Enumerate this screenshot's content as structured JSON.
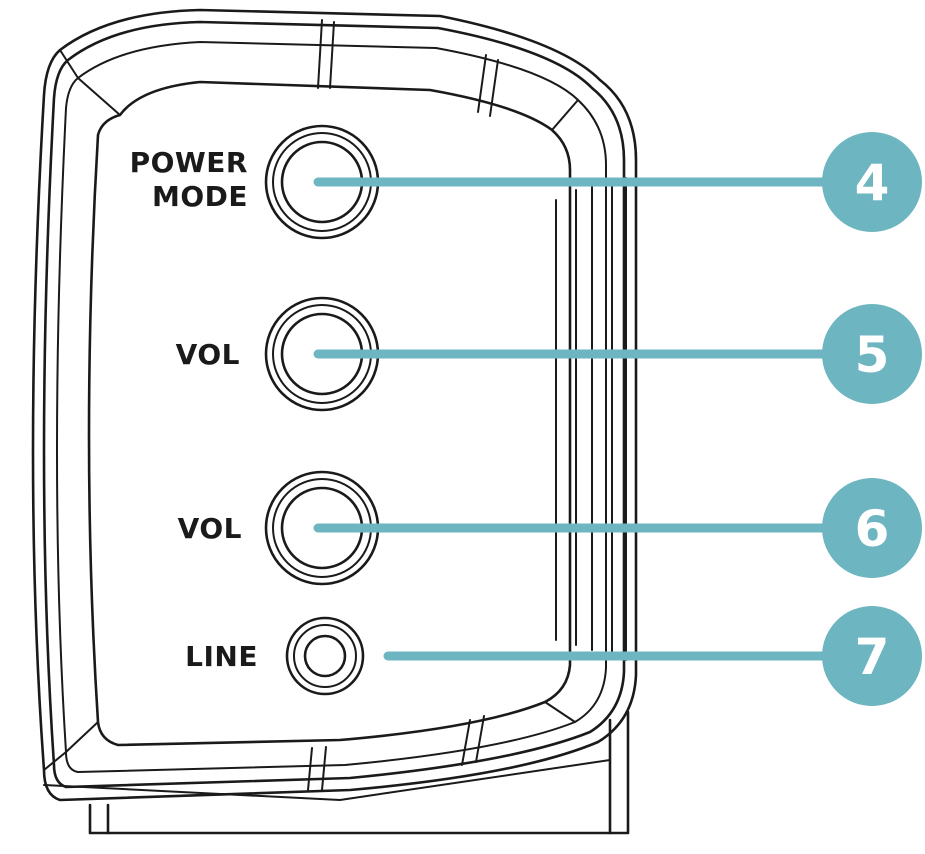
{
  "controls": [
    {
      "id": "power-mode",
      "label_lines": [
        "POWER",
        "MODE"
      ],
      "callout": "4",
      "kind": "knob"
    },
    {
      "id": "vol-1",
      "label_lines": [
        "VOL"
      ],
      "callout": "5",
      "kind": "knob"
    },
    {
      "id": "vol-2",
      "label_lines": [
        "VOL"
      ],
      "callout": "6",
      "kind": "knob"
    },
    {
      "id": "line",
      "label_lines": [
        "LINE"
      ],
      "callout": "7",
      "kind": "jack"
    }
  ],
  "colors": {
    "callout": "#6db5c0",
    "outline": "#1a1a1a",
    "background": "#ffffff"
  }
}
